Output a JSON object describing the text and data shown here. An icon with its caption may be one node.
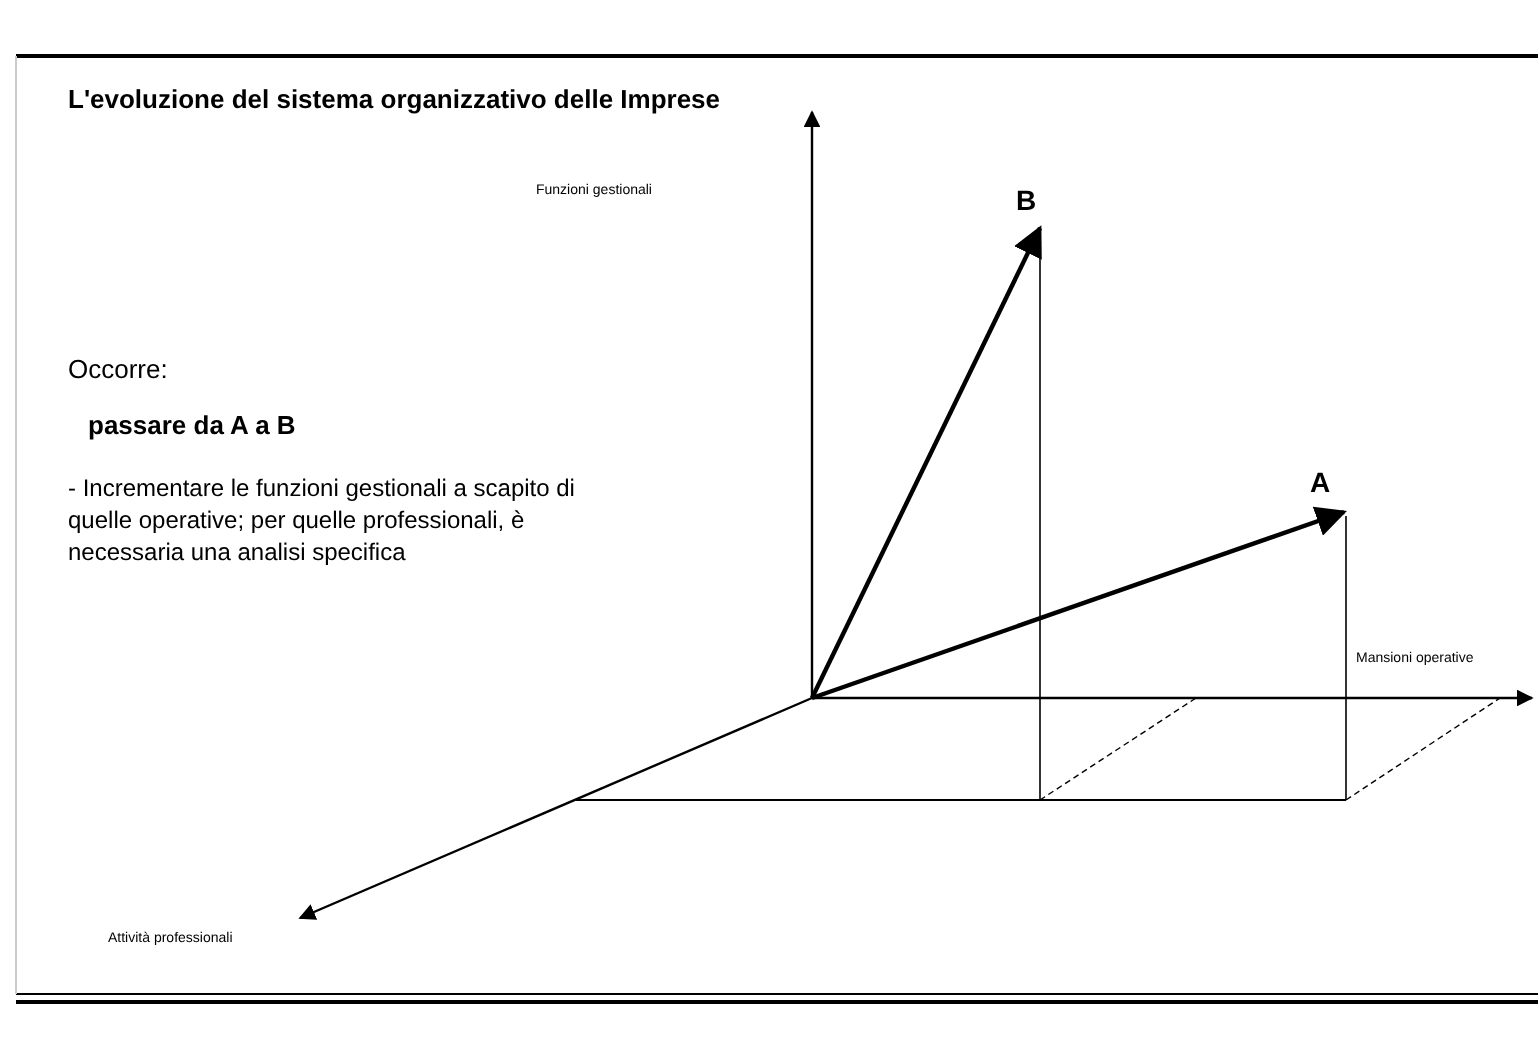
{
  "diagram": {
    "title": "L'evoluzione del sistema organizzativo delle Imprese",
    "labels": [
      "Funzioni gestionali",
      "B",
      "Occorre:",
      "passare da A a B",
      "- Incrementare le funzioni gestionali a scapito di quelle operative; per quelle professionali, è necessaria una analisi specifica",
      "A",
      "Mansioni operative",
      "Attività professionali"
    ]
  }
}
